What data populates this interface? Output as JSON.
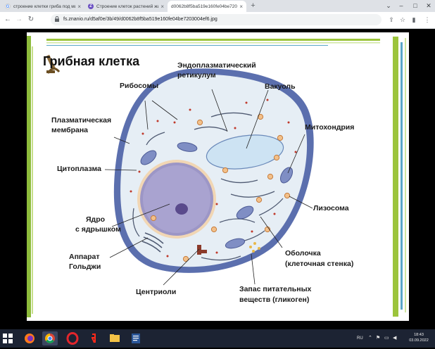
{
  "browser": {
    "tabs": [
      {
        "title": "строение клетки гриба под мик",
        "favicon": "google-icon",
        "active": false
      },
      {
        "title": "Строение клеток растений живо",
        "favicon": "site-icon",
        "active": false
      },
      {
        "title": "d0062b8f5ba519e160fe04be7203",
        "favicon": "image-icon",
        "active": true
      }
    ],
    "new_tab": "+",
    "url": "fs.znanio.ru/d5af0e/3b/49/d0062b8f5ba519e160fe04be7203004ef6.jpg",
    "window_controls": [
      "minimize",
      "maximize",
      "close"
    ]
  },
  "diagram": {
    "title": "Грибная клетка",
    "labels": {
      "ribosomes": "Рибосомы",
      "er_line1": "Эндоплазматический",
      "er_line2": "ретикулум",
      "vacuole": "Вакуоль",
      "membrane_line1": "Плазматическая",
      "membrane_line2": "мембрана",
      "mitochondria": "Митохондрия",
      "cytoplasm": "Цитоплазма",
      "lysosome": "Лизосома",
      "nucleus_line1": "Ядро",
      "nucleus_line2": "с ядрышком",
      "golgi_line1": "Аппарат",
      "golgi_line2": "Гольджи",
      "wall_line1": "Оболочка",
      "wall_line2": "(клеточная стенка)",
      "centrioles": "Центриоли",
      "glycogen_line1": "Запас питательных",
      "glycogen_line2": "веществ (гликоген)"
    }
  },
  "taskbar": {
    "apps": [
      "start-icon",
      "firefox-icon",
      "chrome-icon",
      "opera-icon",
      "yandex-icon",
      "files-icon",
      "document-icon"
    ],
    "tray_lang": "RU",
    "time": "18:43",
    "date": "03.09.2022"
  },
  "colors": {
    "tabstrip": "#dee1e6",
    "taskbar": "#1c2333",
    "cell_wall": "#5b6fae",
    "cytoplasm": "#e6eef5",
    "nucleus": "#9c96c6",
    "accent_green": "#9cc43c"
  }
}
